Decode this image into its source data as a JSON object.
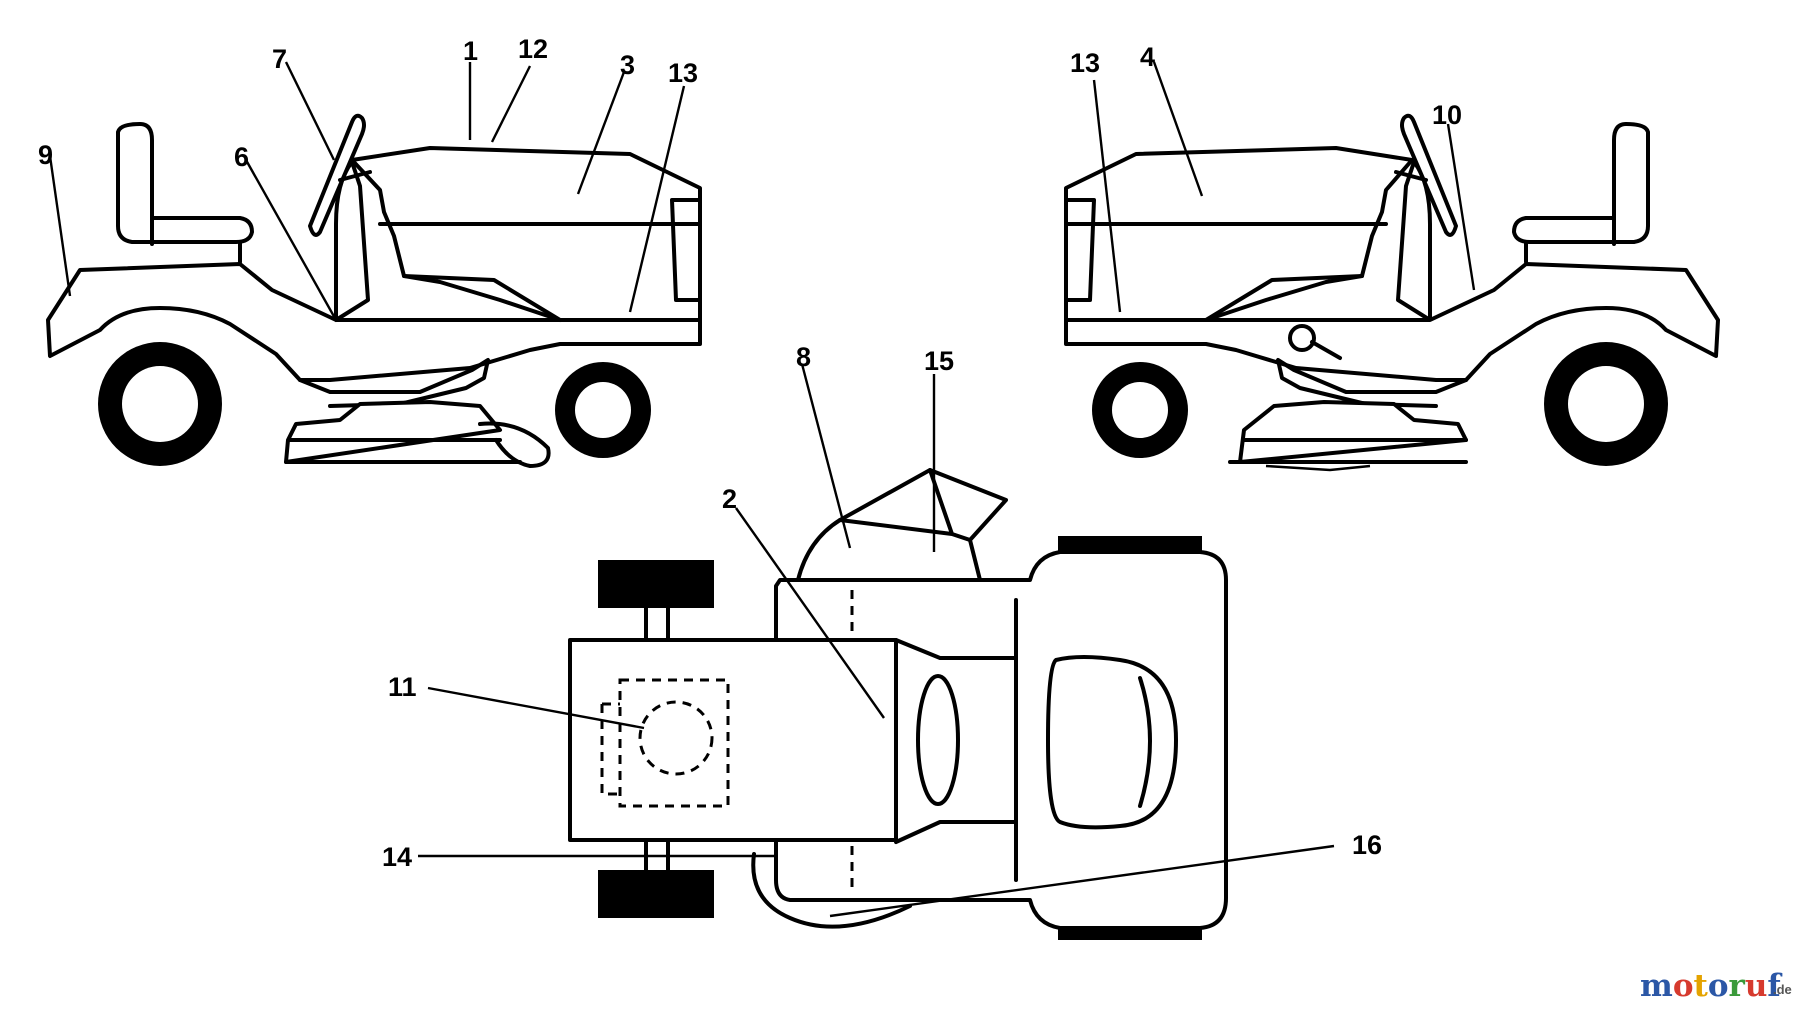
{
  "diagram": {
    "callouts": {
      "n1": "1",
      "n2": "2",
      "n3": "3",
      "n4": "4",
      "n6": "6",
      "n7": "7",
      "n8": "8",
      "n9": "9",
      "n10": "10",
      "n11": "11",
      "n12": "12",
      "n13_left": "13",
      "n13_right": "13",
      "n14": "14",
      "n15": "15",
      "n16": "16"
    }
  },
  "watermark": {
    "letters": [
      "m",
      "o",
      "t",
      "o",
      "r",
      "u",
      "f"
    ],
    "letter_colors": [
      "#2b57a6",
      "#d63a2e",
      "#e4a300",
      "#2b57a6",
      "#3a9a3a",
      "#d63a2e",
      "#2b57a6"
    ],
    "suffix": ".de"
  }
}
